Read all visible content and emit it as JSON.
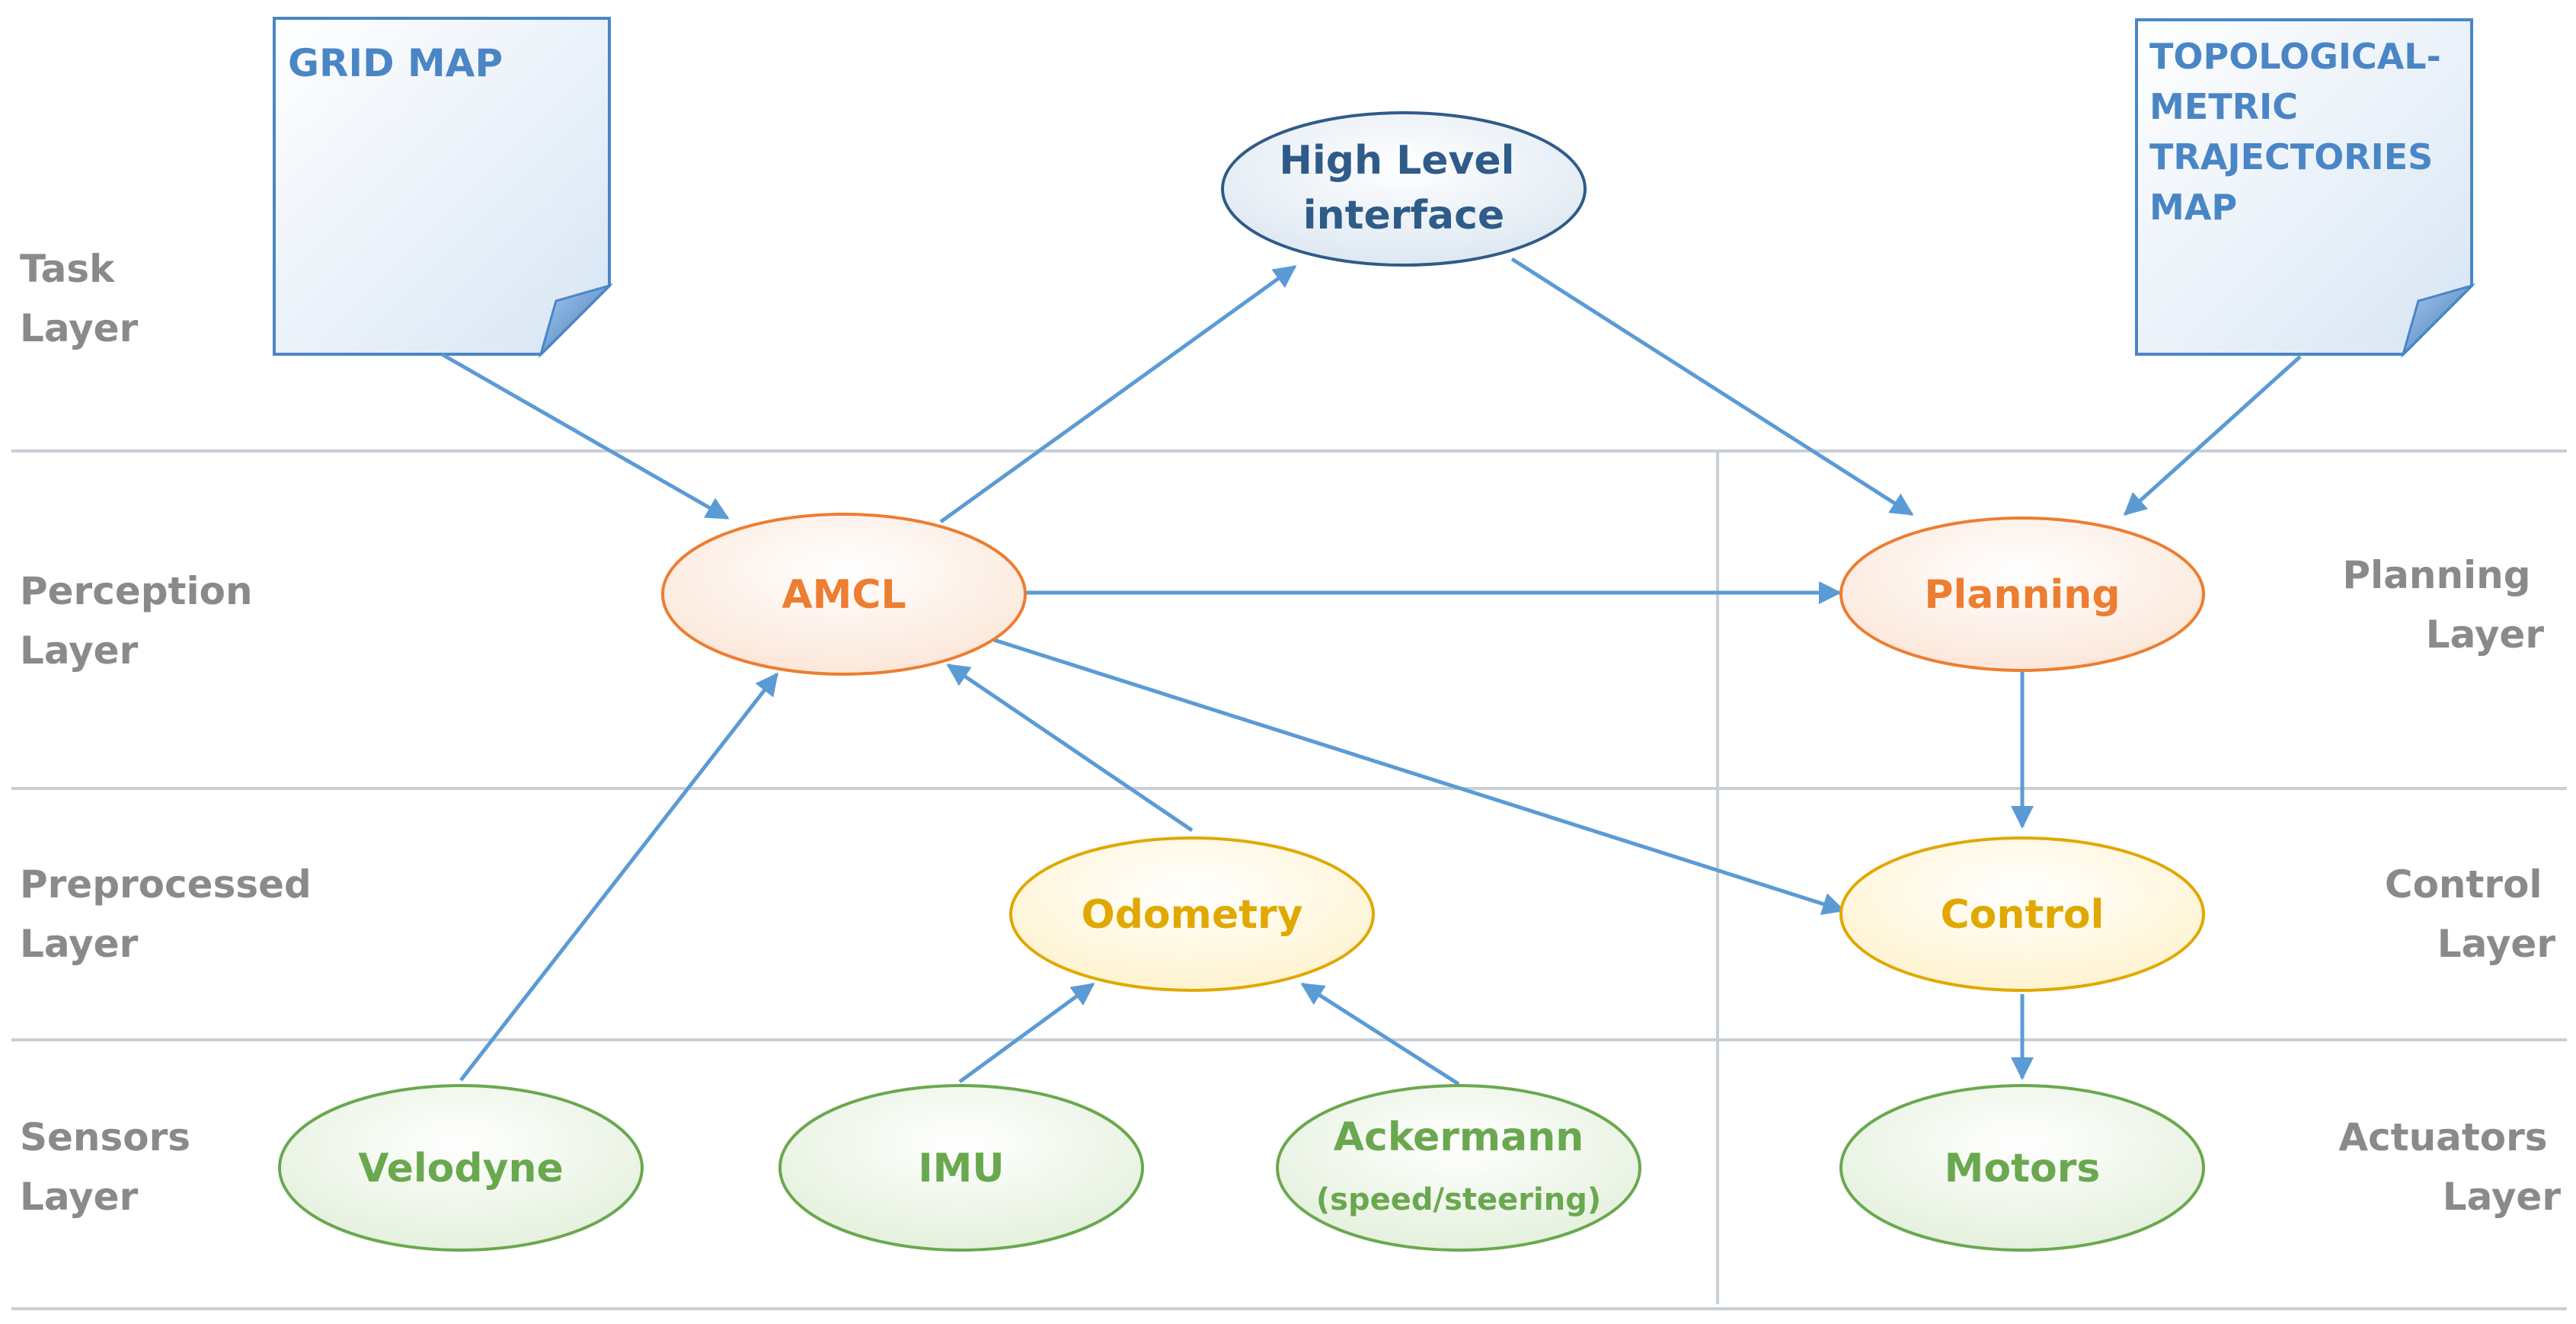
{
  "layers_left": [
    {
      "id": "task",
      "lines": [
        "Task",
        "Layer"
      ]
    },
    {
      "id": "perception",
      "lines": [
        "Perception",
        "Layer"
      ]
    },
    {
      "id": "preprocessed",
      "lines": [
        "Preprocessed",
        "Layer"
      ]
    },
    {
      "id": "sensors",
      "lines": [
        "Sensors",
        "Layer"
      ]
    }
  ],
  "layers_right": [
    {
      "id": "planning",
      "lines": [
        "Planning",
        "Layer"
      ]
    },
    {
      "id": "control",
      "lines": [
        "Control",
        "Layer"
      ]
    },
    {
      "id": "actuators",
      "lines": [
        "Actuators",
        "Layer"
      ]
    }
  ],
  "notes": {
    "grid_map": [
      "GRID MAP"
    ],
    "topo_map": [
      "TOPOLOGICAL-",
      "METRIC",
      "TRAJECTORIES",
      "MAP"
    ]
  },
  "nodes": {
    "high_level": {
      "lines": [
        "High Level",
        "interface"
      ]
    },
    "amcl": {
      "lines": [
        "AMCL"
      ]
    },
    "planning": {
      "lines": [
        "Planning"
      ]
    },
    "odometry": {
      "lines": [
        "Odometry"
      ]
    },
    "control": {
      "lines": [
        "Control"
      ]
    },
    "velodyne": {
      "lines": [
        "Velodyne"
      ]
    },
    "imu": {
      "lines": [
        "IMU"
      ]
    },
    "ackermann": {
      "lines": [
        "Ackermann",
        "(speed/steering)"
      ]
    },
    "motors": {
      "lines": [
        "Motors"
      ]
    }
  },
  "edges": [
    {
      "from": "grid_map",
      "to": "amcl"
    },
    {
      "from": "amcl",
      "to": "high_level"
    },
    {
      "from": "high_level",
      "to": "planning"
    },
    {
      "from": "topo_map",
      "to": "planning"
    },
    {
      "from": "amcl",
      "to": "planning"
    },
    {
      "from": "amcl",
      "to": "control"
    },
    {
      "from": "planning",
      "to": "control"
    },
    {
      "from": "velodyne",
      "to": "amcl"
    },
    {
      "from": "odometry",
      "to": "amcl"
    },
    {
      "from": "imu",
      "to": "odometry"
    },
    {
      "from": "ackermann",
      "to": "odometry"
    },
    {
      "from": "control",
      "to": "motors"
    }
  ],
  "colors": {
    "arrow": "#5b9bd5",
    "divider": "#c9cfd6",
    "layer_label": "#8a8a8a",
    "note_border": "#4a86c5",
    "note_text": "#4a86c5",
    "high_level_border": "#2f5b89",
    "high_level_text": "#2f5b89",
    "perception_planning": "#ed7d31",
    "preprocessed_control": "#e0a800",
    "sensors_actuators": "#6aa84f"
  }
}
